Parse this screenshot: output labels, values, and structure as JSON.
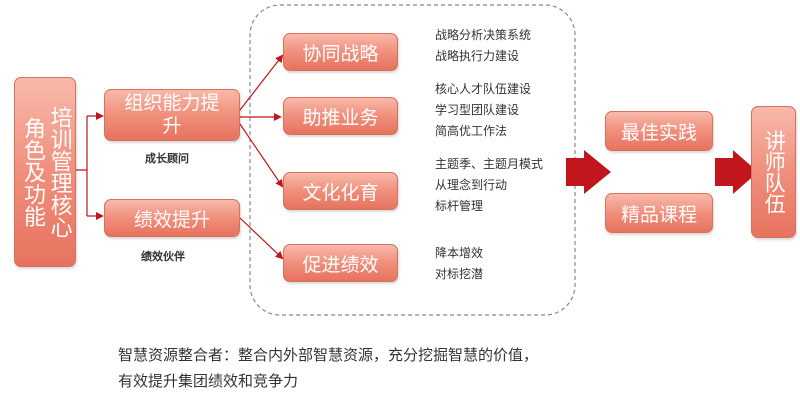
{
  "role": {
    "title": "角色及功能",
    "core": "培训管理核心"
  },
  "branches": [
    {
      "label": "组织能力提升",
      "caption": "成长顾问"
    },
    {
      "label": "绩效提升",
      "caption": "绩效伙伴"
    }
  ],
  "strategies": [
    {
      "label": "协同战略",
      "notes": [
        "战略分析决策系统",
        "战略执行力建设"
      ]
    },
    {
      "label": "助推业务",
      "notes": [
        "核心人才队伍建设",
        "学习型团队建设",
        "简高优工作法"
      ]
    },
    {
      "label": "文化化育",
      "notes": [
        "主题季、主题月模式",
        "从理念到行动",
        "标杆管理"
      ]
    },
    {
      "label": "促进绩效",
      "notes": [
        "降本增效",
        "对标挖潜"
      ]
    }
  ],
  "outputs": [
    "最佳实践",
    "精品课程"
  ],
  "final": "讲师队伍",
  "summary": [
    "智慧资源整合者：整合内外部智慧资源，充分挖掘智慧的价值，",
    "有效提升集团绩效和竞争力"
  ],
  "colors": {
    "box_fill": "#f08f7c",
    "arrow_dark_red": "#c0161c",
    "connector": "#c0161c",
    "dashed_border": "#888888"
  }
}
